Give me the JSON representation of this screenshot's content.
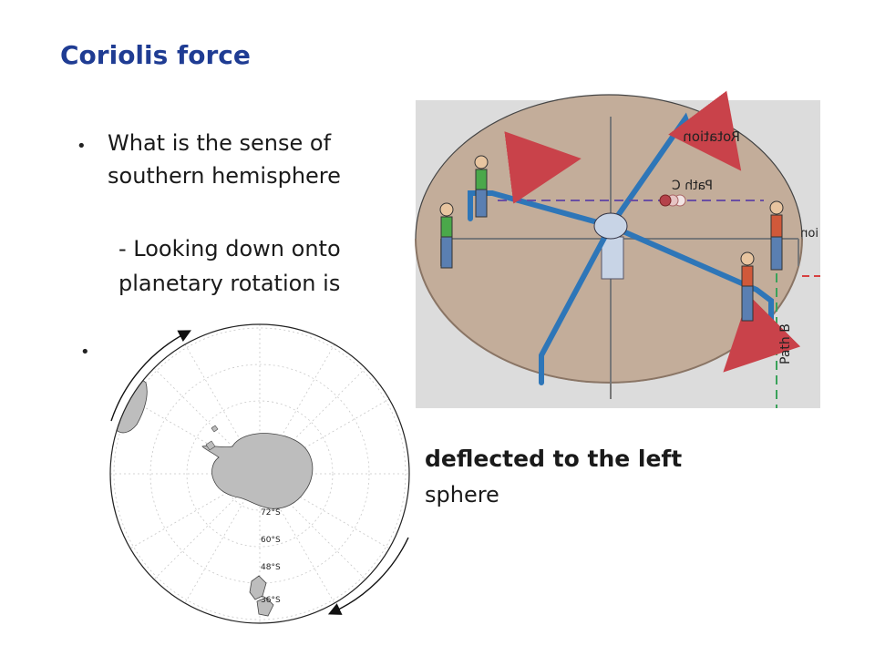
{
  "slide": {
    "title": "Coriolis force",
    "bullet1": {
      "line1": "What is the sense of",
      "line2": "southern hemisphere"
    },
    "sub": {
      "line1": "- Looking down onto",
      "line2": "planetary rotation is"
    },
    "bullet2": {
      "line1_bold": "deflected to the left",
      "line2": "sphere"
    }
  },
  "map": {
    "latitude_labels": [
      "72°S",
      "60°S",
      "48°S",
      "36°S"
    ]
  },
  "merry_go_round": {
    "labels": {
      "rotation": "Rotation",
      "path_c": "Path C",
      "path_b": "Path B",
      "partial": "ion"
    }
  },
  "colors": {
    "title": "#1f3c93",
    "land": "#bdbdbd",
    "platform": "#c3ad9a",
    "pipe": "#2e76b8",
    "arrow": "#c9424a"
  }
}
